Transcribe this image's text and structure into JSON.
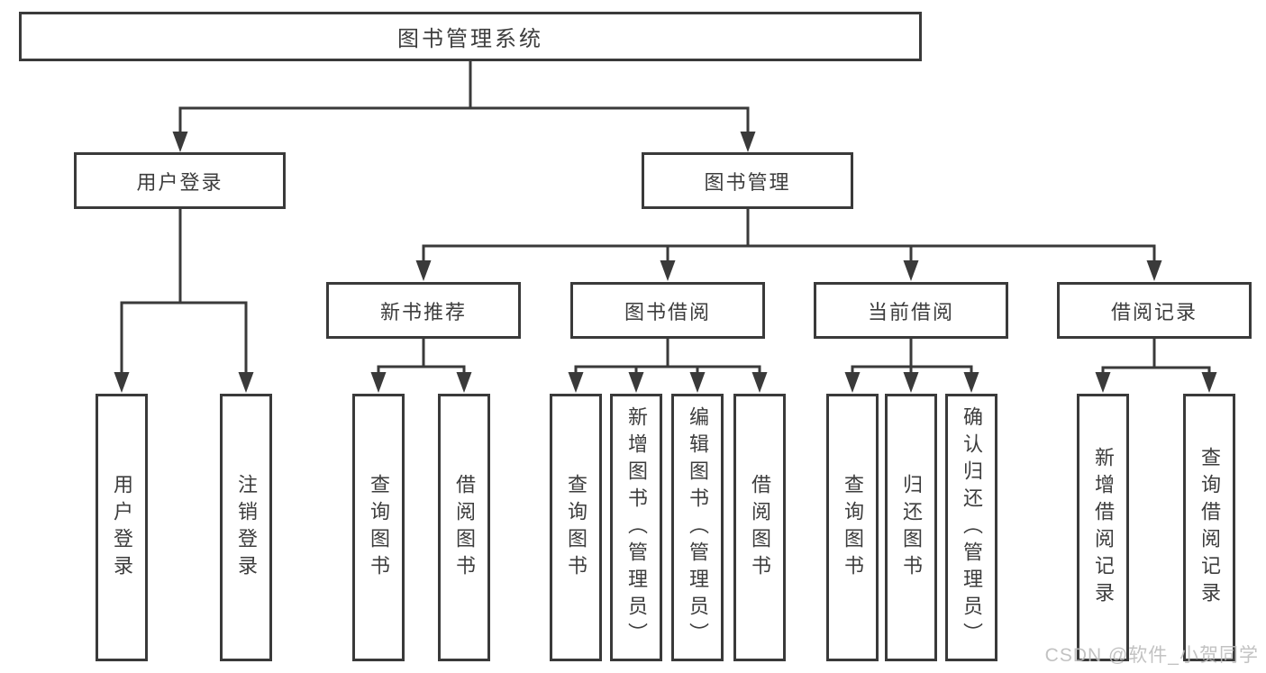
{
  "diagram": {
    "root": {
      "label": "图书管理系统"
    },
    "level1": [
      {
        "id": "user-login",
        "label": "用户登录"
      },
      {
        "id": "book-management",
        "label": "图书管理"
      }
    ],
    "level2": [
      {
        "id": "new-book-recommend",
        "label": "新书推荐",
        "parent": "book-management"
      },
      {
        "id": "book-borrow",
        "label": "图书借阅",
        "parent": "book-management"
      },
      {
        "id": "current-borrow",
        "label": "当前借阅",
        "parent": "book-management"
      },
      {
        "id": "borrow-records",
        "label": "借阅记录",
        "parent": "book-management"
      }
    ],
    "leaves": [
      {
        "parent": "user-login",
        "label": "用户登录"
      },
      {
        "parent": "user-login",
        "label": "注销登录"
      },
      {
        "parent": "new-book-recommend",
        "label": "查询图书"
      },
      {
        "parent": "new-book-recommend",
        "label": "借阅图书"
      },
      {
        "parent": "book-borrow",
        "label": "查询图书"
      },
      {
        "parent": "book-borrow",
        "label": "新增图书（管理员）"
      },
      {
        "parent": "book-borrow",
        "label": "编辑图书（管理员）"
      },
      {
        "parent": "book-borrow",
        "label": "借阅图书"
      },
      {
        "parent": "current-borrow",
        "label": "查询图书"
      },
      {
        "parent": "current-borrow",
        "label": "归还图书"
      },
      {
        "parent": "current-borrow",
        "label": "确认归还（管理员）"
      },
      {
        "parent": "borrow-records",
        "label": "新增借阅记录"
      },
      {
        "parent": "borrow-records",
        "label": "查询借阅记录"
      }
    ]
  },
  "watermark": "CSDN @软件_小贺同学",
  "colors": {
    "line": "#3a3a3a",
    "text": "#3d3d3d",
    "watermark": "#bcbcbc",
    "background": "#ffffff"
  }
}
